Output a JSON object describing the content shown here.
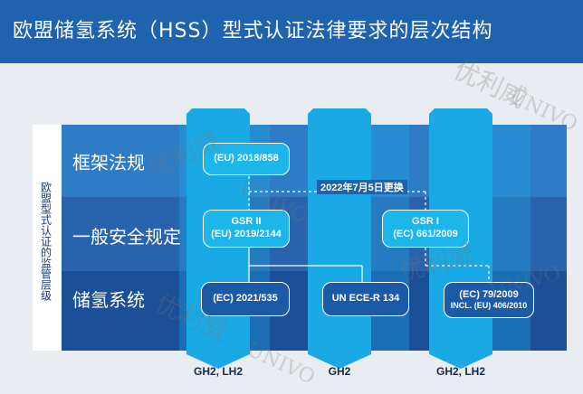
{
  "title": "欧盟储氢系统（HSS）型式认证法律要求的层次结构",
  "side_label": "欧盟型式认证的监管层级",
  "rows": [
    "框架法规",
    "一般安全规定",
    "储氢系统"
  ],
  "boxes": {
    "framework": "(EU) 2018/858",
    "gsr2_line1": "GSR II",
    "gsr2_line2": "(EU) 2019/2144",
    "gsr1_line1": "GSR I",
    "gsr1_line2": "(EC) 661/2009",
    "hss_eu": "(EC) 2021/535",
    "hss_unece": "UN ECE-R 134",
    "hss_ec_line1": "(EC) 79/2009",
    "hss_ec_line2": "INCL. (EU) 406/2010"
  },
  "replacement_note": "2022年7月5日更换",
  "column_footers": [
    "GH2, LH2",
    "GH2",
    "GH2, LH2"
  ],
  "watermarks": [
    "优利威",
    "UNIVO",
    "优利威",
    "UNIVO",
    "优利威",
    "UNIVO",
    "优利威",
    "UNIVO"
  ],
  "colors": {
    "title_bar": "#1f63ae",
    "row_1": "#2f7cc6",
    "row_2": "#2a63ad",
    "row_3": "#1b4f98",
    "column": "#1aa9e4",
    "box_light": "#1cb6ea",
    "box_dark": "#1a5aa6"
  }
}
